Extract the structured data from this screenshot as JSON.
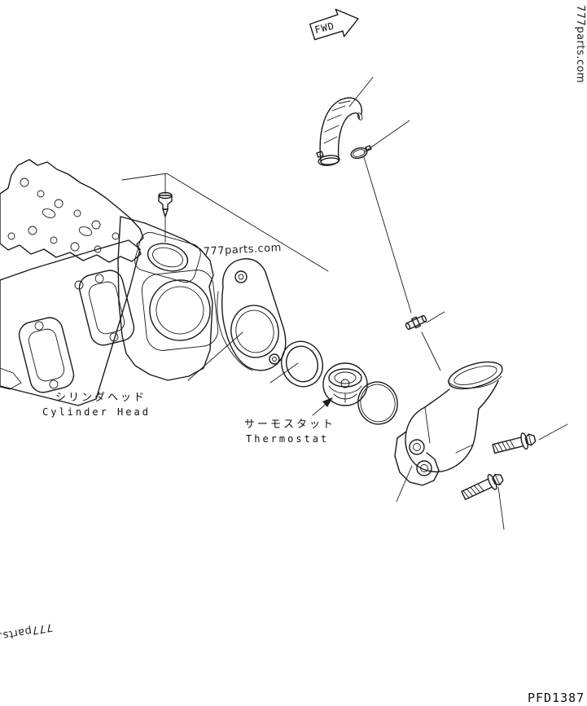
{
  "page": {
    "fwd_label": "FWD",
    "part_code": "PFD1387"
  },
  "watermarks": {
    "top_right": "777parts.com",
    "center": "777parts.com",
    "bottom_left": "777parts."
  },
  "labels": {
    "cylinder_head_jp": "シリンダヘッド",
    "cylinder_head_en": "Cylinder Head",
    "thermostat_jp": "サーモスタット",
    "thermostat_en": "Thermostat"
  },
  "colors": {
    "line": "#1a1a1a",
    "background": "#ffffff",
    "watermark": "#222222"
  },
  "diagram": {
    "type": "exploded-parts-drawing",
    "parts": [
      "head-gasket",
      "cylinder-head",
      "temperature-sensor-plug",
      "thermostat-cover-plate",
      "seal-ring",
      "thermostat",
      "o-ring",
      "water-outlet-housing",
      "water-hose",
      "hose-clamp",
      "joint-fitting",
      "flange-bolt-upper",
      "flange-bolt-lower"
    ]
  }
}
